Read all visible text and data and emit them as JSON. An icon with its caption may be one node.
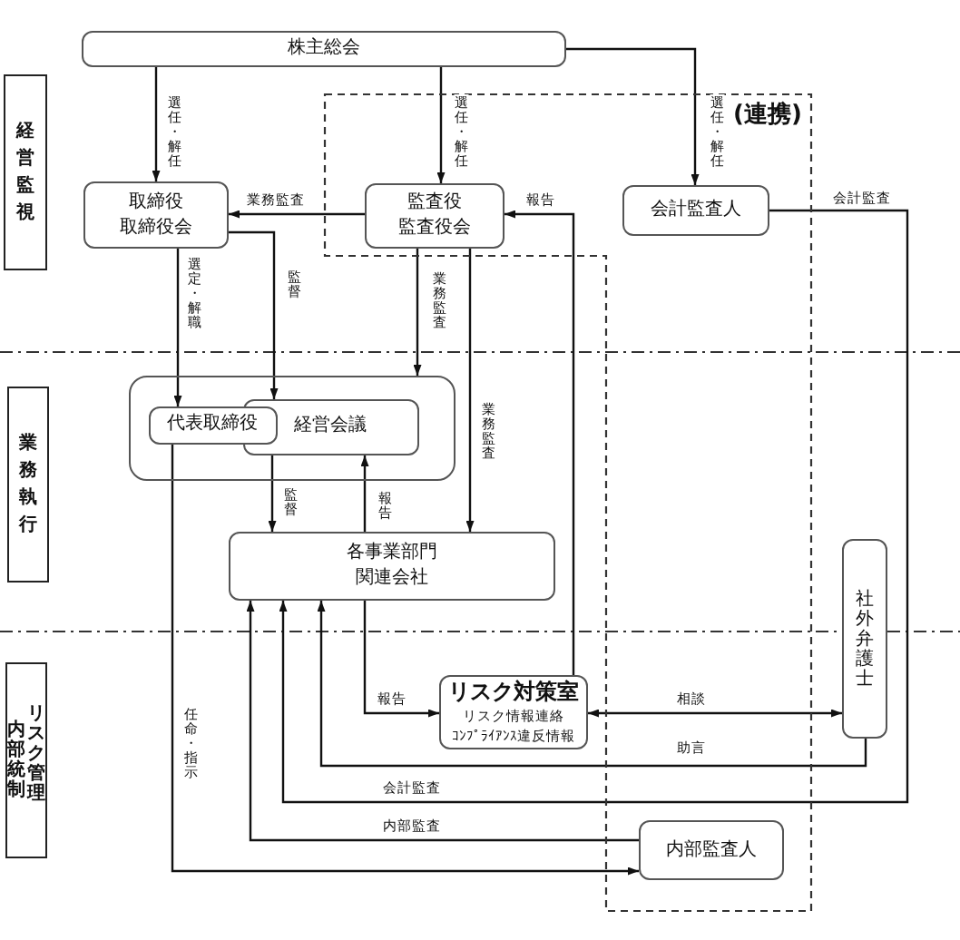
{
  "diagram": {
    "nodes": [
      {
        "text": [
          "経営監視"
        ]
      },
      {
        "text": [
          "株主総会"
        ]
      },
      {
        "text": [
          "取締役",
          "取締役会"
        ]
      },
      {
        "text": [
          "(連携)"
        ]
      },
      {
        "text": [
          "監査役",
          "監査役会"
        ],
        "in": 3
      },
      {
        "text": [
          "会計監査人"
        ],
        "in": 3
      },
      {
        "text": [],
        "shape": "box"
      },
      {
        "text": [
          "代表取締役"
        ],
        "in": 6
      },
      {
        "text": [
          "経営会議"
        ],
        "in": 6
      },
      {
        "text": [
          "業務執行"
        ]
      },
      {
        "text": [
          "各事業部門",
          "関連会社"
        ]
      },
      {
        "text": [
          "社外弁護士"
        ]
      },
      {
        "text": [
          "内部統制",
          "リスク管理"
        ]
      },
      {
        "text": [
          "リスク対策室",
          "リスク情報連絡",
          "ｺﾝﾌﾟﾗｲｱﾝｽ違反情報"
        ]
      },
      {
        "text": [
          "内部監査人"
        ],
        "in": 3
      }
    ],
    "edges": [
      {
        "from": 1,
        "to": 2,
        "arrow": "to",
        "label": "選任・解任"
      },
      {
        "from": 1,
        "to": 4,
        "arrow": "to",
        "label": "選任・解任"
      },
      {
        "from": 1,
        "to": 5,
        "arrow": "to",
        "label": "選任・解任"
      },
      {
        "from": 4,
        "to": 2,
        "arrow": "to",
        "label": "業務監査"
      },
      {
        "from": 2,
        "to": 7,
        "arrow": "to",
        "label": "選定・解職"
      },
      {
        "from": 2,
        "to": 8,
        "arrow": "to",
        "label": "監督"
      },
      {
        "from": 4,
        "to": 6,
        "arrow": "to",
        "label": "業務監査"
      },
      {
        "from": 4,
        "to": 10,
        "arrow": "to",
        "label": "業務監査"
      },
      {
        "from": 13,
        "to": 4,
        "arrow": "to",
        "label": "報告"
      },
      {
        "from": 5,
        "to": 10,
        "arrow": "to",
        "label": "会計監査"
      },
      {
        "from": 8,
        "to": 10,
        "arrow": "to",
        "label": "監督"
      },
      {
        "from": 10,
        "to": 8,
        "arrow": "to",
        "label": "報告"
      },
      {
        "from": 10,
        "to": 13,
        "arrow": "to",
        "label": "報告"
      },
      {
        "from": 13,
        "to": 11,
        "arrow": "both",
        "label": "相談"
      },
      {
        "from": 11,
        "to": 10,
        "arrow": "to",
        "label": "助言"
      },
      {
        "from": 14,
        "to": 10,
        "arrow": "to",
        "label": "内部監査"
      },
      {
        "from": 7,
        "to": 14,
        "arrow": "to",
        "label": "任命・指示"
      }
    ],
    "labels": [
      "会計監査"
    ]
  }
}
